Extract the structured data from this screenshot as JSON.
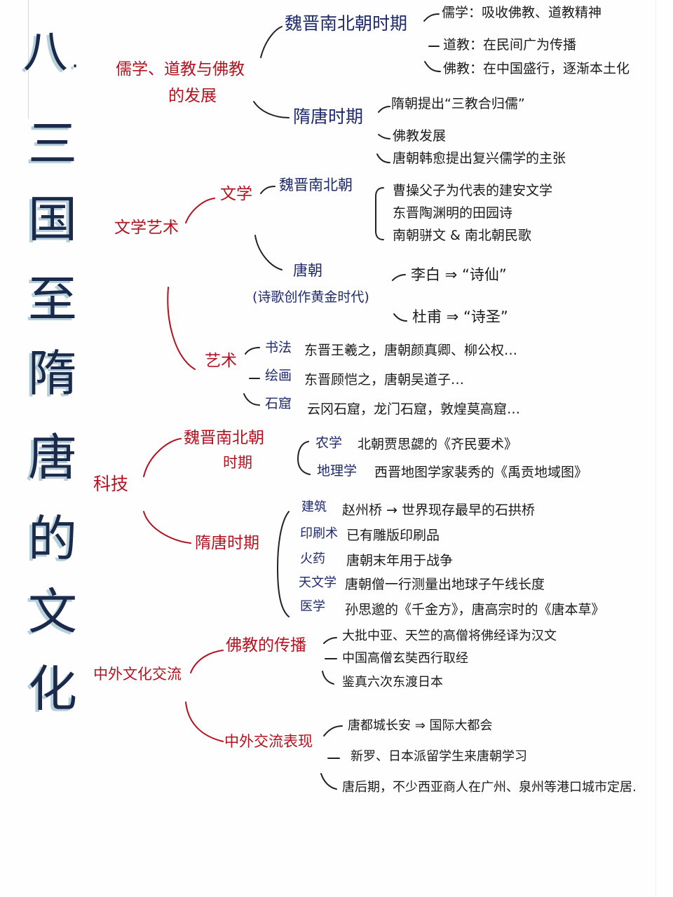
{
  "title": {
    "number": "八.",
    "chars": [
      "三",
      "国",
      "至",
      "隋",
      "唐",
      "的",
      "文",
      "化"
    ]
  },
  "sections": {
    "religion": {
      "label_line1": "儒学、道教与佛教",
      "label_line2": "的发展",
      "wei_jin": {
        "label": "魏晋南北朝时期",
        "items": [
          "儒学：吸收佛教、道教精神",
          "道教：在民间广为传播",
          "佛教：在中国盛行，逐渐本土化"
        ]
      },
      "sui_tang": {
        "label": "隋唐时期",
        "items": [
          "隋朝提出“三教合归儒”",
          "佛教发展",
          "唐朝韩愈提出复兴儒学的主张"
        ]
      }
    },
    "literature_art": {
      "label": "文学艺术",
      "literature": {
        "label": "文学",
        "wei_jin": {
          "label": "魏晋南北朝",
          "items": [
            "曹操父子为代表的建安文学",
            "东晋陶渊明的田园诗",
            "南朝骈文 & 南北朝民歌"
          ]
        },
        "tang": {
          "label": "唐朝",
          "note": "(诗歌创作黄金时代)",
          "items": [
            "李白 ⇒ “诗仙”",
            "杜甫 ⇒ “诗圣”"
          ]
        }
      },
      "art": {
        "label": "艺术",
        "items": [
          {
            "name": "书法",
            "text": "东晋王羲之，唐朝颜真卿、柳公权…"
          },
          {
            "name": "绘画",
            "text": "东晋顾恺之，唐朝吴道子…"
          },
          {
            "name": "石窟",
            "text": "云冈石窟，龙门石窟，敦煌莫高窟…"
          }
        ]
      }
    },
    "science": {
      "label": "科技",
      "wei_jin": {
        "label_line1": "魏晋南北朝",
        "label_line2": "时期",
        "items": [
          {
            "name": "农学",
            "text": "北朝贾思勰的《齐民要术》"
          },
          {
            "name": "地理学",
            "text": "西晋地图学家裴秀的《禹贡地域图》"
          }
        ]
      },
      "sui_tang": {
        "label": "隋唐时期",
        "items": [
          {
            "name": "建筑",
            "text": "赵州桥 → 世界现存最早的石拱桥"
          },
          {
            "name": "印刷术",
            "text": "已有雕版印刷品"
          },
          {
            "name": "火药",
            "text": "唐朝末年用于战争"
          },
          {
            "name": "天文学",
            "text": "唐朝僧一行测量出地球子午线长度"
          },
          {
            "name": "医学",
            "text": "孙思邈的《千金方》，唐高宗时的《唐本草》"
          }
        ]
      }
    },
    "exchange": {
      "label": "中外文化交流",
      "buddhism": {
        "label": "佛教的传播",
        "items": [
          "大批中亚、天竺的高僧将佛经译为汉文",
          "中国高僧玄奘西行取经",
          "鉴真六次东渡日本"
        ]
      },
      "manifest": {
        "label": "中外交流表现",
        "items": [
          "唐都城长安 ⇒ 国际大都会",
          "新罗、日本派留学生来唐朝学习",
          "唐后期，不少西亚商人在广州、泉州等港口城市定居."
        ]
      }
    }
  },
  "colors": {
    "category_red": "#b3121f",
    "subtopic_navy": "#1f2a6b",
    "detail_black": "#1a1a1a",
    "title_navy": "#1b2a4a",
    "title_highlight": "#78aabe"
  }
}
